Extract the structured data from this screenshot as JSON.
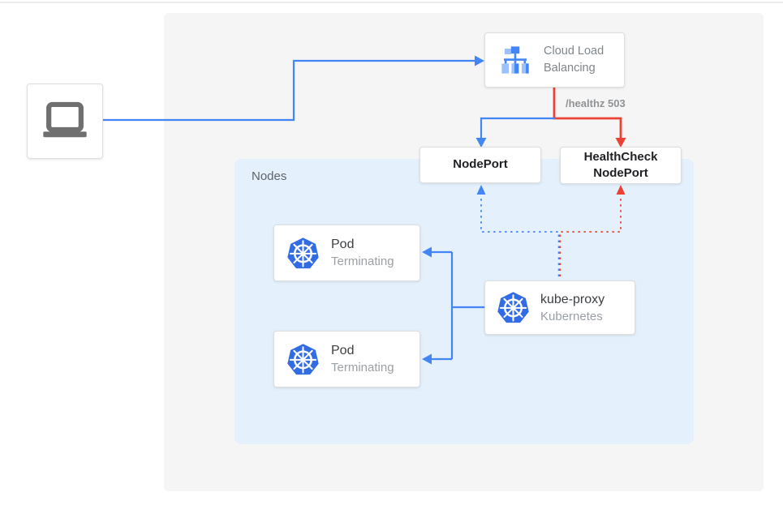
{
  "palette": {
    "blue": "#4285f4",
    "red": "#ea4335",
    "panel_gray": "#f5f5f5",
    "panel_blue": "#e4f0fc",
    "k8s_blue": "#326ce5",
    "icon_gray": "#6f6f6f"
  },
  "client": {
    "icon": "laptop-icon"
  },
  "cloud_load_balancing": {
    "label": "Cloud Load Balancing",
    "icon": "cloud-load-balancing-icon"
  },
  "healthz_label": "/healthz 503",
  "nodes_panel": {
    "label": "Nodes"
  },
  "nodeport": {
    "label": "NodePort"
  },
  "healthcheck_nodeport": {
    "label": "HealthCheck NodePort"
  },
  "pods": [
    {
      "title": "Pod",
      "subtitle": "Terminating",
      "icon": "kubernetes-icon"
    },
    {
      "title": "Pod",
      "subtitle": "Terminating",
      "icon": "kubernetes-icon"
    }
  ],
  "kube_proxy": {
    "title": "kube-proxy",
    "subtitle": "Kubernetes",
    "icon": "kubernetes-icon"
  }
}
